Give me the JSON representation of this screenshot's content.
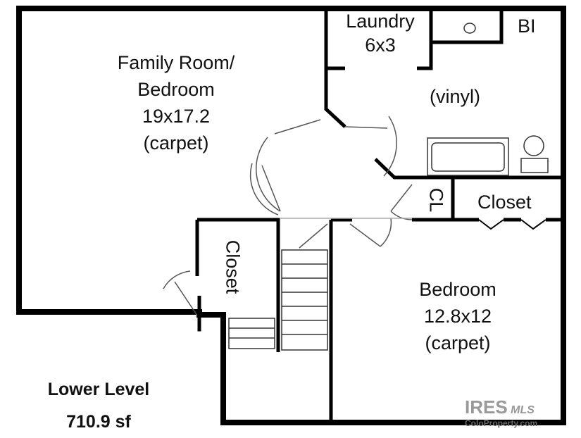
{
  "rooms": {
    "family": {
      "name": "Family Room/",
      "name2": "Bedroom",
      "size": "19x17.2",
      "floor": "(carpet)"
    },
    "laundry": {
      "name": "Laundry",
      "size": "6x3"
    },
    "bath": {
      "label": "BI",
      "floor": "(vinyl)"
    },
    "cl": {
      "name": "CL"
    },
    "closet_right": {
      "name": "Closet"
    },
    "closet_left": {
      "name": "Closet"
    },
    "bedroom": {
      "name": "Bedroom",
      "size": "12.8x12",
      "floor": "(carpet)"
    }
  },
  "caption": {
    "level": "Lower Level",
    "area": "710.9 sf"
  },
  "watermark": {
    "brand": "IRES",
    "suffix": "MLS",
    "site": "ColoProperty.com"
  }
}
